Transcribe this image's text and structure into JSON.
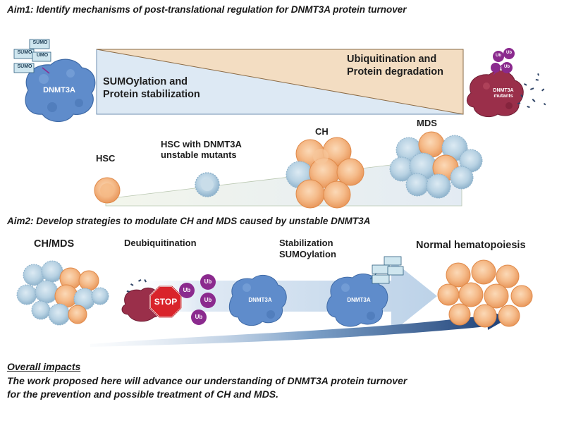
{
  "aim1": {
    "title": "Aim1: Identify mechanisms of post-translational regulation for DNMT3A protein turnover",
    "left_protein": "DNMT3A",
    "sumo_tag": "SUMO",
    "sumo_tag_short": "UMO",
    "sumoylation_label_line1": "SUMOylation and",
    "sumoylation_label_line2": "Protein stabilization",
    "ubiquitination_label_line1": "Ubiquitination and",
    "ubiquitination_label_line2": "Protein degradation",
    "right_protein_line1": "DNMT3A",
    "right_protein_line2": "mutants",
    "ub_tag": "Ub",
    "stages": [
      {
        "label": "HSC"
      },
      {
        "label_line1": "HSC with DNMT3A",
        "label_line2": "unstable mutants"
      },
      {
        "label": "CH"
      },
      {
        "label": "MDS"
      }
    ]
  },
  "aim2": {
    "title": "Aim2: Develop strategies to modulate CH and MDS caused by unstable DNMT3A",
    "ch_mds_label": "CH/MDS",
    "deubiquitination_label": "Deubiquitination",
    "stop_label": "STOP",
    "ub_tag": "Ub",
    "protein_label": "DNMT3A",
    "stabilization_line1": "Stabilization",
    "stabilization_line2": "SUMOylation",
    "normal_label": "Normal hematopoiesis"
  },
  "impact": {
    "heading": "Overall impacts",
    "line1": "The work proposed here will advance our understanding of DNMT3A protein turnover",
    "line2": "for the prevention and possible treatment of CH and MDS."
  },
  "colors": {
    "protein_blue": "#5f8ccb",
    "mutant_red": "#9a2f4a",
    "ub_purple": "#8b2a8e",
    "orange_cell": "#f4b37f",
    "blue_cell": "#b9d3e3",
    "stop_red": "#d9242b",
    "wedge_tan": "#f3ddc2",
    "wedge_blue": "#dde9f4"
  }
}
